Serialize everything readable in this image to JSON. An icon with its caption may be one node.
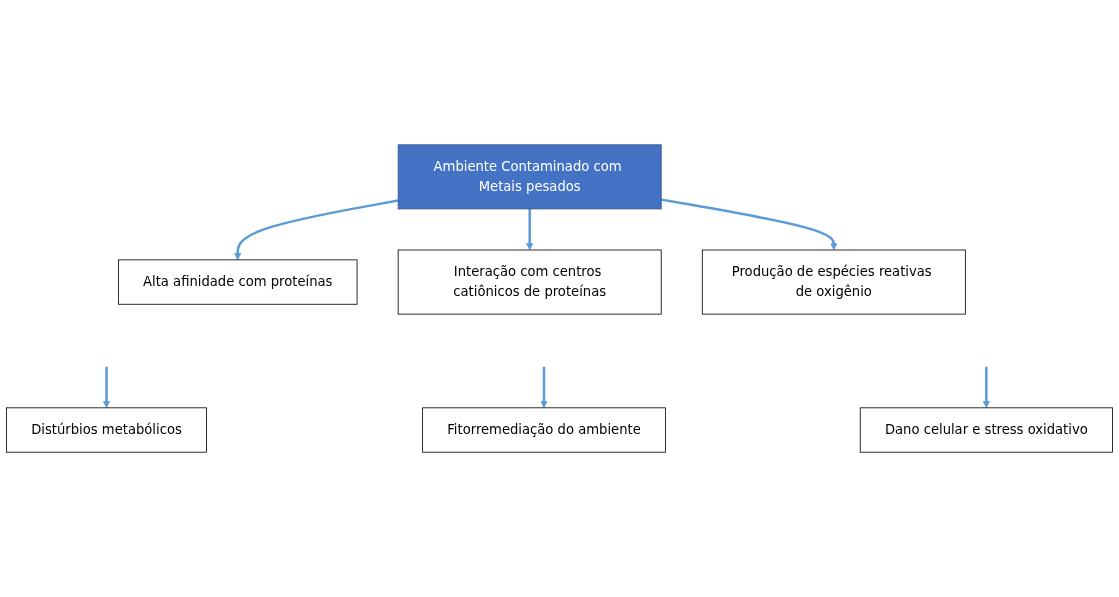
{
  "diagram": {
    "nodes": [
      {
        "text": [
          "Ambiente Contaminado com Metais pesados"
        ]
      },
      {
        "text": [
          "Alta afinidade com proteínas"
        ]
      },
      {
        "text": [
          "Interação com centros catiônicos de proteínas"
        ]
      },
      {
        "text": [
          "Produção de espécies reativas de oxigênio"
        ]
      },
      {
        "text": [
          "Distúrbios metabólicos"
        ]
      },
      {
        "text": [
          "Fitorremediação do ambiente"
        ]
      },
      {
        "text": [
          "Dano celular e stress oxidativo"
        ]
      }
    ],
    "edges": [
      {
        "from": 0,
        "to": 1,
        "arrow": "to"
      },
      {
        "from": 0,
        "to": 2,
        "arrow": "to"
      },
      {
        "from": 0,
        "to": 3,
        "arrow": "to"
      },
      {
        "from": null,
        "to": 4,
        "arrow": "to"
      },
      {
        "from": null,
        "to": 5,
        "arrow": "to"
      },
      {
        "from": null,
        "to": 6,
        "arrow": "to"
      }
    ]
  }
}
